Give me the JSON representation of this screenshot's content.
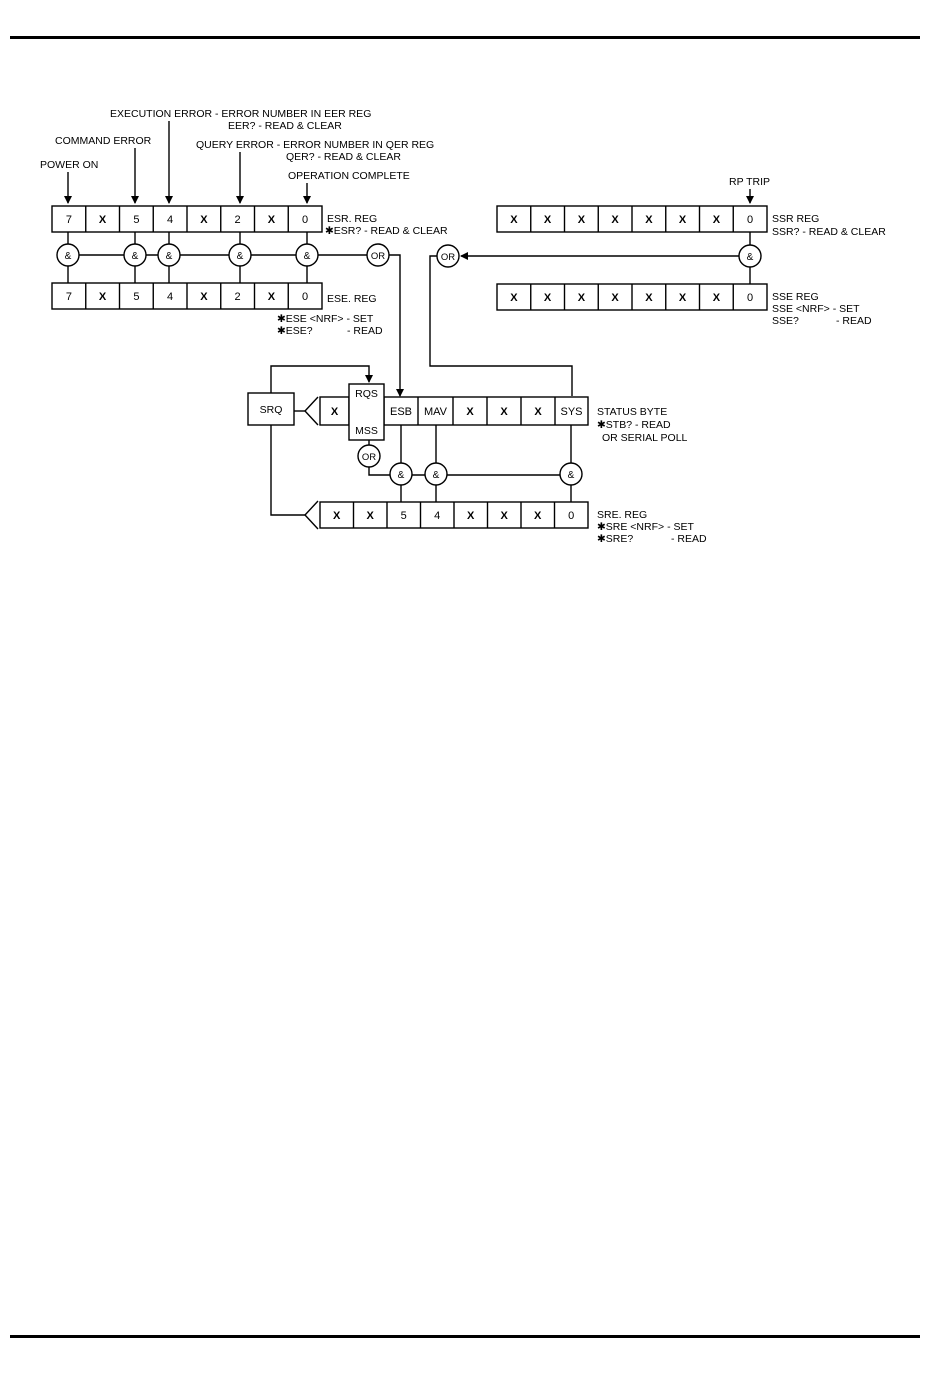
{
  "input_labels": {
    "execution_error": "EXECUTION ERROR - ERROR NUMBER IN EER REG",
    "execution_error_2": "EER? - READ & CLEAR",
    "command_error": "COMMAND ERROR",
    "query_error": "QUERY ERROR - ERROR NUMBER IN QER REG",
    "query_error_2": "QER? - READ & CLEAR",
    "power_on": "POWER ON",
    "operation_complete": "OPERATION COMPLETE",
    "rp_trip": "RP TRIP"
  },
  "esr": {
    "cells": [
      "7",
      "X",
      "5",
      "4",
      "X",
      "2",
      "X",
      "0"
    ],
    "title": "ESR. REG",
    "cmd": "✱ESR? - READ & CLEAR"
  },
  "ese": {
    "cells": [
      "7",
      "X",
      "5",
      "4",
      "X",
      "2",
      "X",
      "0"
    ],
    "title": "ESE. REG",
    "cmd1": "✱ESE <NRF> - SET",
    "cmd2": "✱ESE?",
    "cmd2b": "- READ"
  },
  "ssr": {
    "cells": [
      "X",
      "X",
      "X",
      "X",
      "X",
      "X",
      "X",
      "0"
    ],
    "title": "SSR REG",
    "cmd": "SSR? - READ & CLEAR"
  },
  "sse": {
    "cells": [
      "X",
      "X",
      "X",
      "X",
      "X",
      "X",
      "X",
      "0"
    ],
    "title": "SSE REG",
    "cmd1": "SSE <NRF> - SET",
    "cmd2": "SSE?",
    "cmd2b": "- READ"
  },
  "status_byte": {
    "cells": [
      "X",
      "",
      "ESB",
      "MAV",
      "X",
      "X",
      "X",
      "SYS"
    ],
    "rqs": "RQS",
    "mss": "MSS",
    "title": "STATUS BYTE",
    "cmd1": "✱STB? - READ",
    "cmd2": "OR SERIAL POLL"
  },
  "sre": {
    "cells": [
      "X",
      "X",
      "5",
      "4",
      "X",
      "X",
      "X",
      "0"
    ],
    "title": "SRE. REG",
    "cmd1": "✱SRE  <NRF> - SET",
    "cmd2": "✱SRE?",
    "cmd2b": "- READ"
  },
  "srq": "SRQ",
  "gates": {
    "and": "&",
    "or": "OR"
  }
}
